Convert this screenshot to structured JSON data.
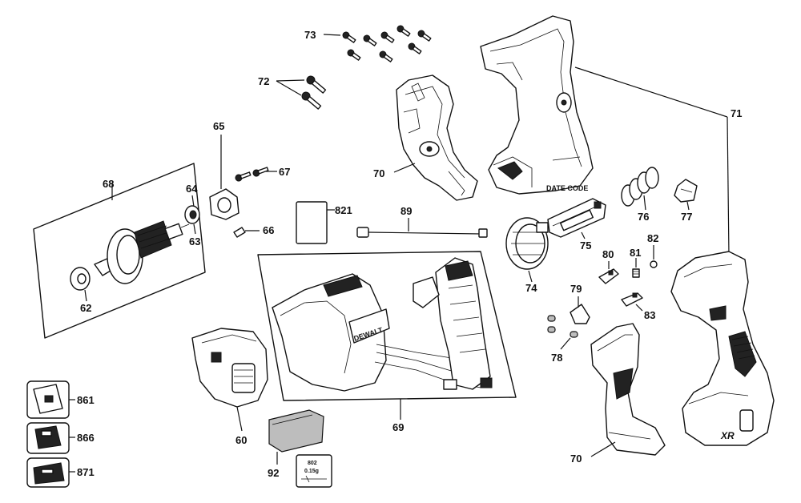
{
  "callouts": {
    "c60": "60",
    "c62": "62",
    "c63": "63",
    "c64": "64",
    "c65": "65",
    "c66": "66",
    "c67": "67",
    "c68": "68",
    "c69": "69",
    "c70a": "70",
    "c70b": "70",
    "c71": "71",
    "c72": "72",
    "c73": "73",
    "c74": "74",
    "c75": "75",
    "c76": "76",
    "c77": "77",
    "c78": "78",
    "c79": "79",
    "c80": "80",
    "c81": "81",
    "c82": "82",
    "c83": "83",
    "c89": "89",
    "c92": "92",
    "c821": "821",
    "c861": "861",
    "c866": "866",
    "c871": "871"
  },
  "labels": {
    "date_code": "DATE CODE",
    "brand": "DEWALT",
    "xr": "XR",
    "grease_part": "802",
    "grease_weight": "0.15g"
  }
}
